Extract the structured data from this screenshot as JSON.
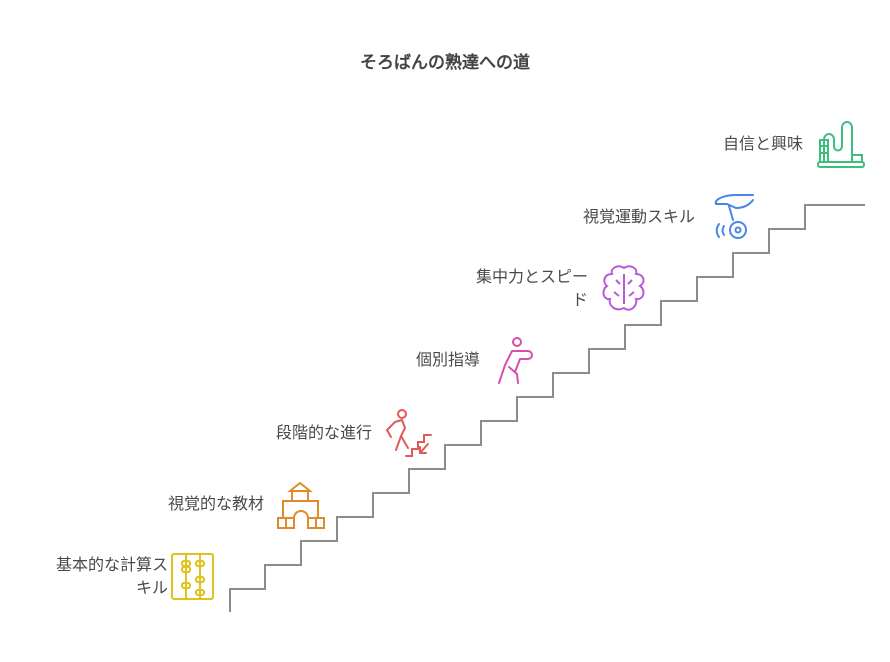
{
  "title": "そろばんの熟達への道",
  "steps": [
    {
      "label_line1": "基本的な計算ス",
      "label_line2": "キル",
      "icon": "abacus-icon",
      "color": "#e0c21a"
    },
    {
      "label": "視覚的な教材",
      "icon": "building-blocks-icon",
      "color": "#e08a2e"
    },
    {
      "label": "段階的な進行",
      "icon": "person-climbing-stairs-icon",
      "color": "#e05a5a"
    },
    {
      "label": "個別指導",
      "icon": "person-running-icon",
      "color": "#d94fa8"
    },
    {
      "label_line1": "集中力とスピー",
      "label_line2": "ド",
      "icon": "brain-icon",
      "color": "#b85ad9"
    },
    {
      "label": "視覚運動スキル",
      "icon": "hand-spinning-icon",
      "color": "#4a86e8"
    },
    {
      "label": "自信と興味",
      "icon": "abacus-tower-icon",
      "color": "#3cbf7c"
    }
  ],
  "stair_color": "#8c8c8c"
}
